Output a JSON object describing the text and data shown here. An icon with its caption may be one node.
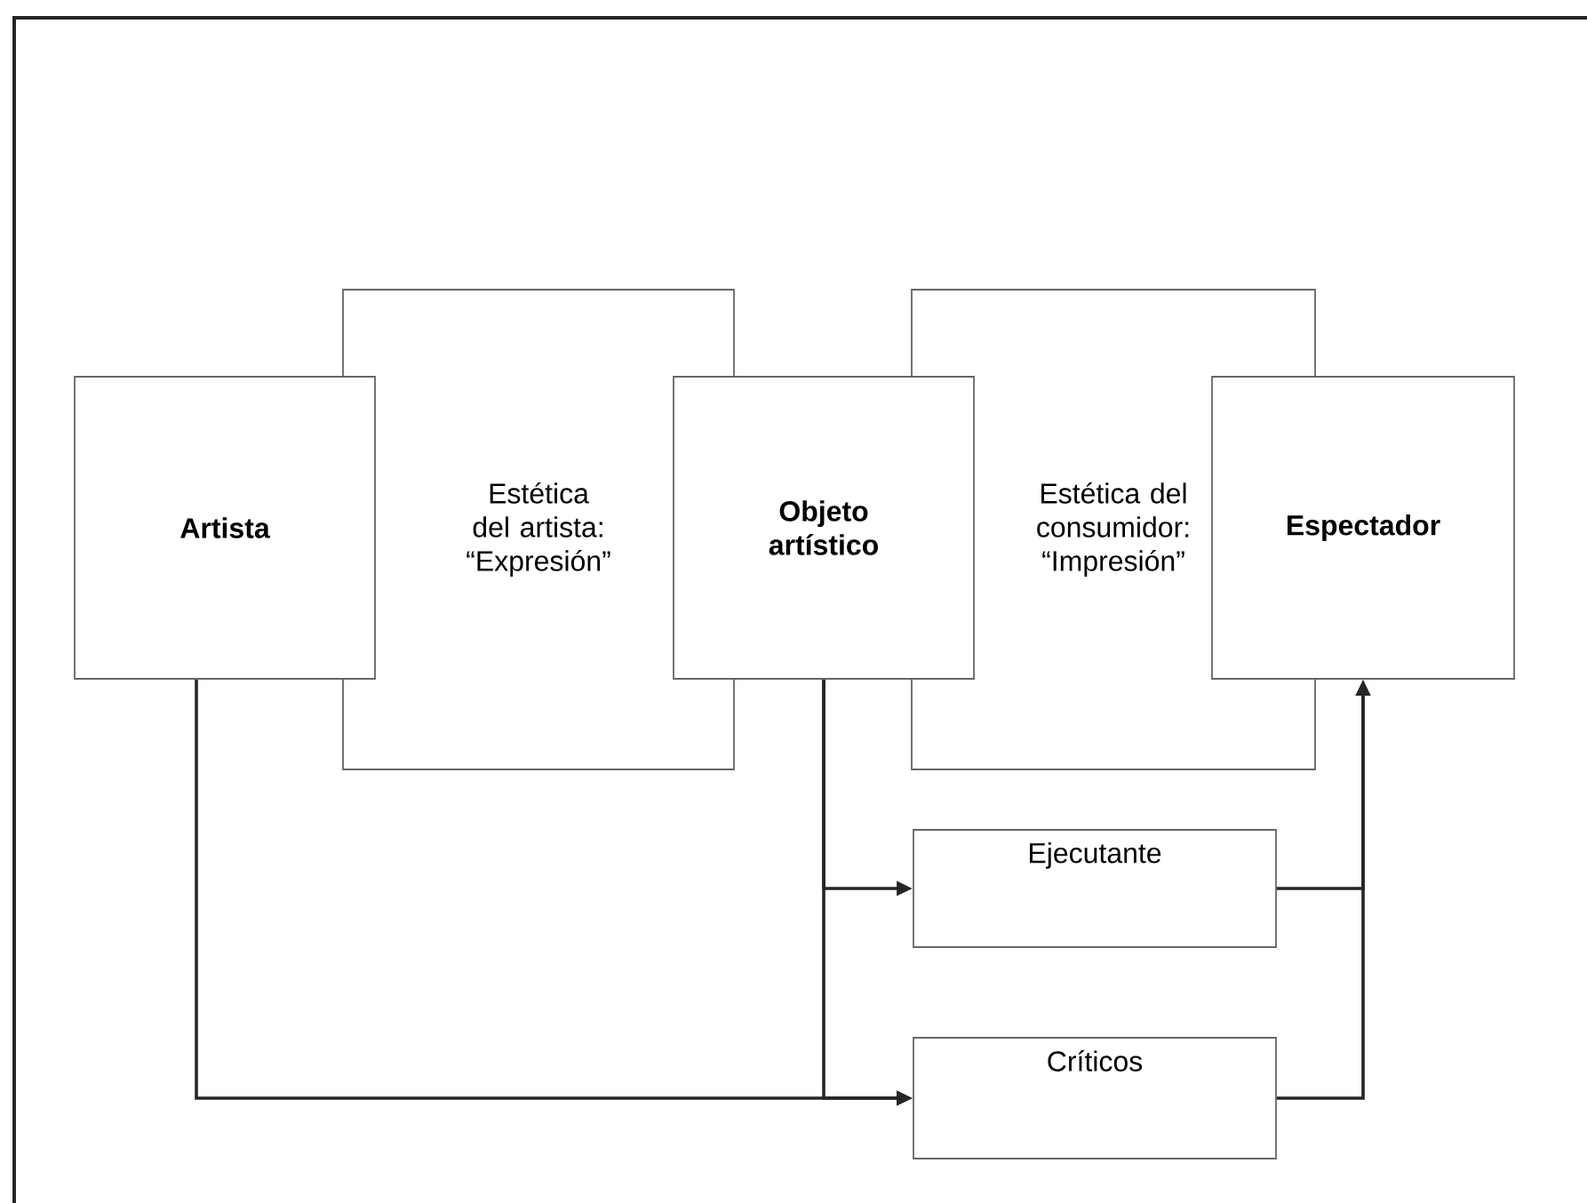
{
  "diagram": {
    "nodes": [
      {
        "text": [
          "Artista"
        ]
      },
      {
        "text": [
          "Estética del artista: “Expresión”"
        ]
      },
      {
        "text": [
          "Objeto artístico"
        ]
      },
      {
        "text": [
          "Estética del consumidor: “Impresión”"
        ]
      },
      {
        "text": [
          "Espectador"
        ]
      },
      {
        "text": [
          "Ejecutante"
        ]
      },
      {
        "text": [
          "Críticos"
        ]
      }
    ],
    "edges": [
      {
        "from": 0,
        "to": 6,
        "arrow": "to"
      },
      {
        "from": 2,
        "to": 5,
        "arrow": "to"
      },
      {
        "from": 2,
        "to": 6,
        "arrow": "to"
      },
      {
        "from": 5,
        "to": 4,
        "arrow": "to"
      },
      {
        "from": 6,
        "to": 4,
        "arrow": "to"
      }
    ]
  }
}
